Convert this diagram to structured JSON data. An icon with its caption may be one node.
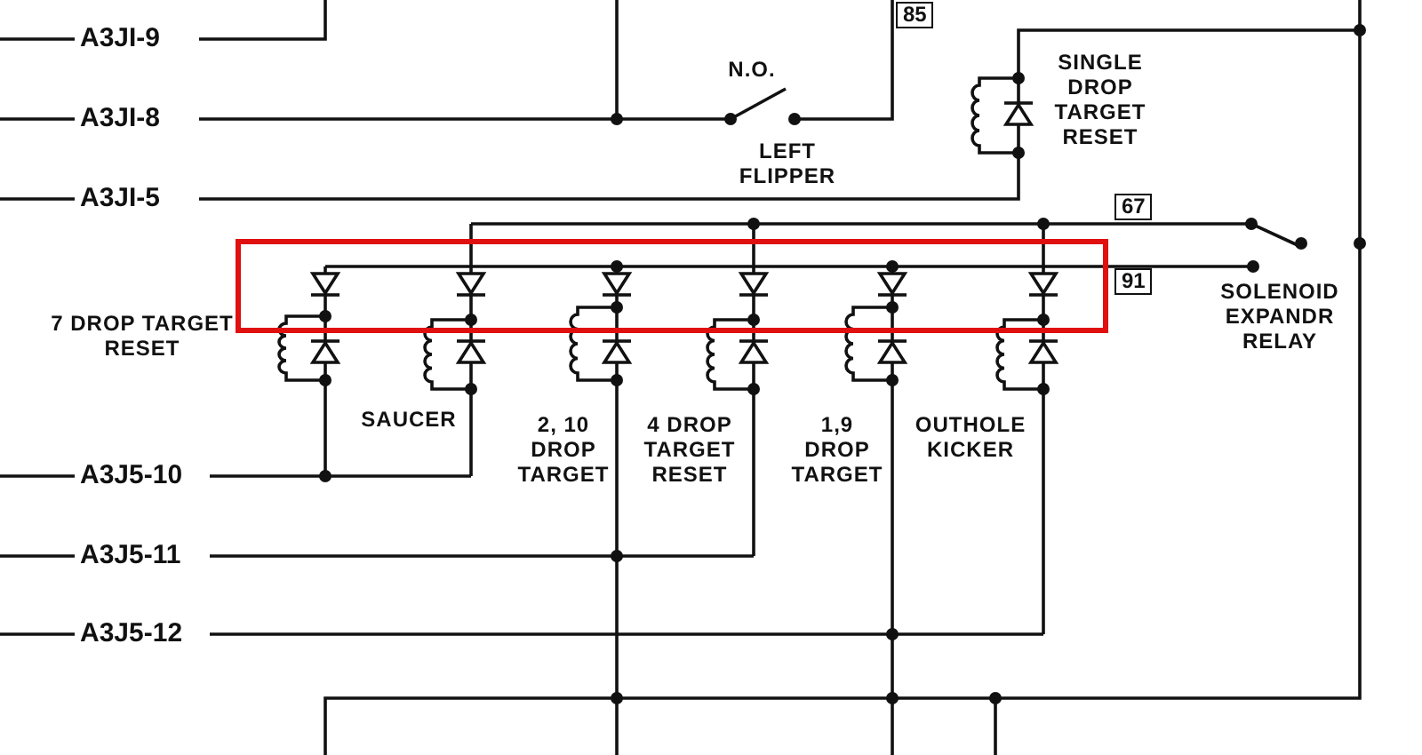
{
  "diagram": {
    "nodes": [
      {
        "text": [
          "85"
        ]
      },
      {
        "text": [
          "67"
        ]
      },
      {
        "text": [
          "91"
        ]
      }
    ],
    "labels": [
      "A3JI-9",
      "N.O.",
      "SINGLE DROP TARGET RESET",
      "A3JI-8",
      "LEFT FLIPPER",
      "A3JI-5",
      "7 DROP TARGET RESET",
      "SOLENOID EXPANDR RELAY",
      "SAUCER",
      "2, 10 DROP TARGET",
      "4 DROP TARGET RESET",
      "1,9 DROP TARGET",
      "OUTHOLE KICKER",
      "A3J5-10",
      "A3J5-11",
      "A3J5-12"
    ]
  }
}
